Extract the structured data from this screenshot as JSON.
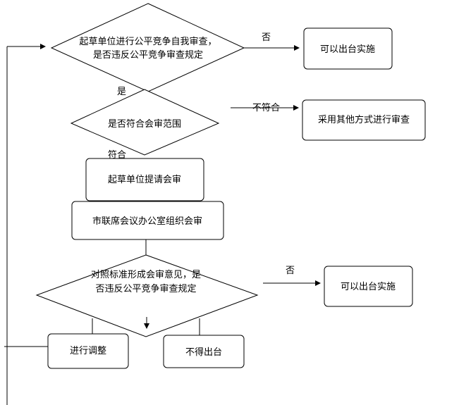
{
  "nodes": {
    "d1_line1": "起草单位进行公平竞争自我审查，",
    "d1_line2": "是否违反公平竞争审查规定",
    "r1": "可以出台实施",
    "d2": "是否符合会审范围",
    "r2": "采用其他方式进行审查",
    "b3": "起草单位提请会审",
    "b4": "市联席会议办公室组织会审",
    "d5_line1": "对照标准形成会审意见，是",
    "d5_line2": "否违反公平竞争审查规定",
    "r5": "可以出台实施",
    "b6": "进行调整",
    "b7": "不得出台"
  },
  "edge_labels": {
    "no1": "否",
    "yes1": "是",
    "notfit": "不符合",
    "fit": "符合",
    "no2": "否"
  }
}
